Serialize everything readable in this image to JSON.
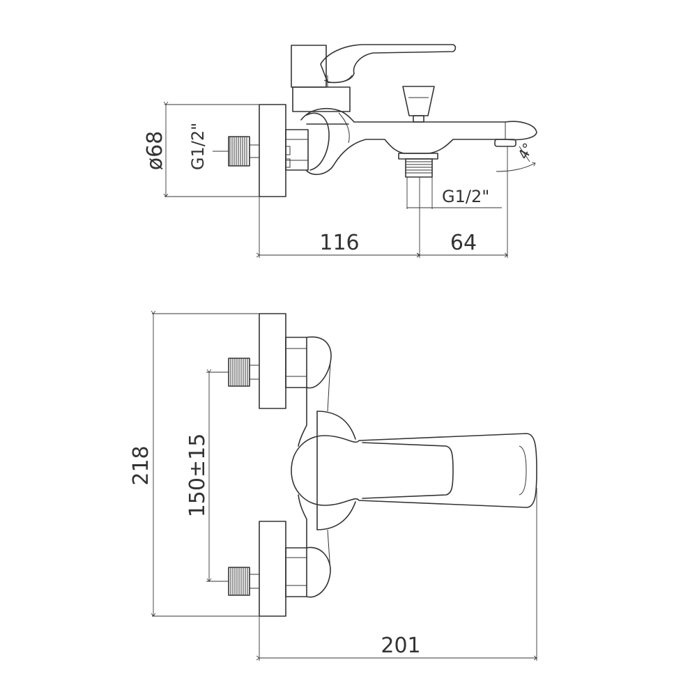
{
  "side_view": {
    "diameter_label": "ø68",
    "inlet_thread_label": "G1/2\"",
    "outlet_thread_label": "G1/2\"",
    "angle_label": "4°",
    "dim_left": "116",
    "dim_right": "64"
  },
  "top_view": {
    "height_label": "218",
    "inlet_spacing_label": "150±15",
    "width_label": "201"
  }
}
